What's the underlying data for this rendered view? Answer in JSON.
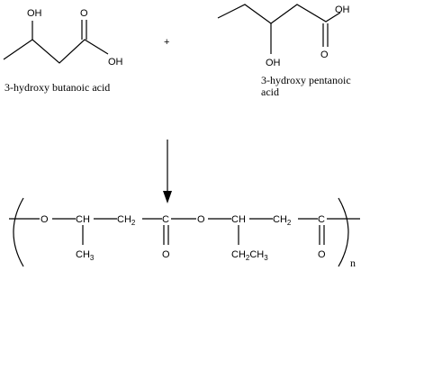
{
  "reactant1": {
    "oh_top": "OH",
    "o_carbonyl": "O",
    "oh_acid": "OH",
    "name": "3-hydroxy butanoic acid"
  },
  "plus_sign": "+",
  "reactant2": {
    "oh_acid": "OH",
    "o_carbonyl": "O",
    "oh_side": "OH",
    "name_line1": "3-hydroxy pentanoic",
    "name_line2": "acid"
  },
  "polymer": {
    "o1": "O",
    "ch1": "CH",
    "ch2_1": "CH",
    "ch2_1_sub": "2",
    "c1": "C",
    "o_mid": "O",
    "ch3_main": "CH",
    "ch2_2": "CH",
    "ch2_2_sub": "2",
    "c2": "C",
    "methyl": "CH",
    "methyl_sub": "3",
    "carbonyl_o1": "O",
    "ethyl_a": "CH",
    "ethyl_a_sub": "2",
    "ethyl_b": "CH",
    "ethyl_b_sub": "3",
    "carbonyl_o2": "O",
    "repeat": "n"
  }
}
